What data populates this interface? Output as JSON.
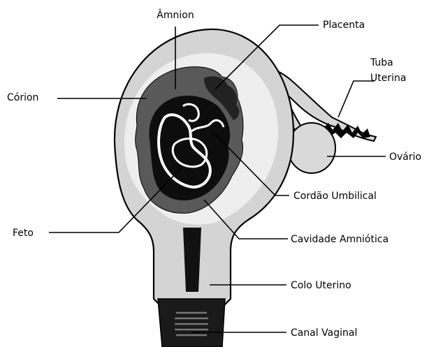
{
  "labels": {
    "amnion": "Âmnion",
    "placenta": "Placenta",
    "tuba_line1": "Tuba",
    "tuba_line2": "Uterina",
    "corion": "Córion",
    "ovario": "Ovário",
    "cordao": "Cordão Umbilical",
    "feto": "Feto",
    "cavidade": "Cavidade Amniótica",
    "colo": "Colo Uterino",
    "canal": "Canal Vaginal"
  }
}
